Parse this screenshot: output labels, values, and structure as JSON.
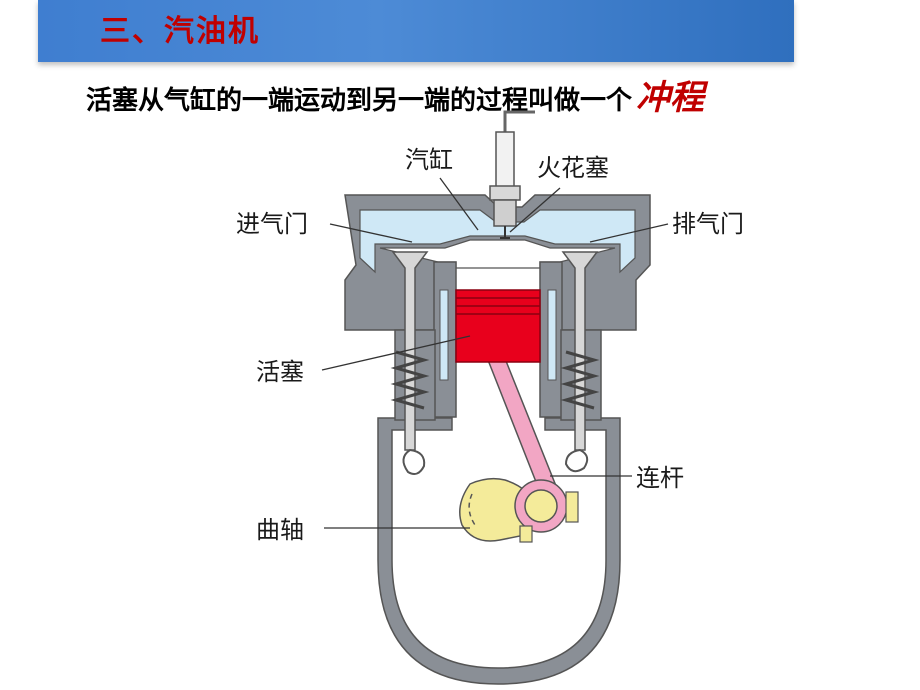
{
  "title": "三、汽油机",
  "subtitle": {
    "text": "活塞从气缸的一端运动到另一端的过程叫做一个",
    "emphasis": "冲程"
  },
  "labels": {
    "cylinder": "汽缸",
    "spark_plug": "火花塞",
    "intake_valve": "进气门",
    "exhaust_valve": "排气门",
    "piston": "活塞",
    "connecting_rod": "连杆",
    "crankshaft": "曲轴"
  },
  "colors": {
    "title_bar": "#3f7ed0",
    "title_text": "#c00000",
    "emphasis": "#c00000",
    "engine_body": "#8a8f96",
    "coolant": "#cfe8f6",
    "piston": "#e8001c",
    "connecting_rod": "#f2a6c4",
    "crank": "#f4eb9a"
  }
}
